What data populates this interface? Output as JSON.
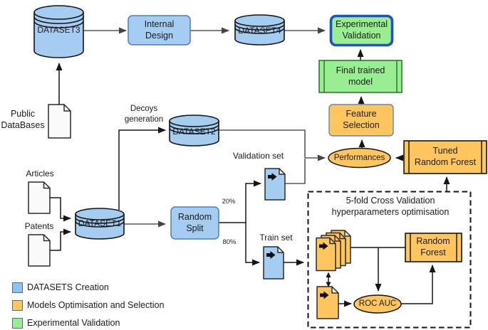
{
  "colors": {
    "blue": "#A5CDF2",
    "orange": "#FFC55E",
    "green": "#98EE90",
    "navy": "#1E50C8",
    "legend_blue": "#89C4F2"
  },
  "nodes": {
    "dataset3": "DATASET3",
    "internal_design": {
      "l1": "Internal",
      "l2": "Design"
    },
    "dataset4": "DATASET4",
    "experimental_validation": {
      "l1": "Experimental",
      "l2": "Validation"
    },
    "final_trained_model": {
      "l1": "Final trained",
      "l2": "model"
    },
    "feature_selection": {
      "l1": "Feature",
      "l2": "Selection"
    },
    "performances": "Performances",
    "tuned_random_forest": {
      "l1": "Tuned",
      "l2": "Random Forest"
    },
    "public_databases": {
      "l1": "Public",
      "l2": "DataBases"
    },
    "decoys_generation": {
      "l1": "Decoys",
      "l2": "generation"
    },
    "dataset2": "DATASET2",
    "articles": "Articles",
    "patents": "Patents",
    "dataset1": "DATASET1",
    "random_split": {
      "l1": "Random",
      "l2": "Split"
    },
    "pct_20": "20%",
    "pct_80": "80%",
    "validation_set": "Validation set",
    "train_set": "Train set",
    "cv_box_title": {
      "l1": "5-fold Cross Validation",
      "l2": "hyperparameters optimisation"
    },
    "random_forest": {
      "l1": "Random",
      "l2": "Forest"
    },
    "roc_auc": "ROC AUC"
  },
  "legend": {
    "items": [
      {
        "label": "DATASETS Creation",
        "color": "#89C4F2"
      },
      {
        "label": "Models Optimisation and Selection",
        "color": "#FFC55E"
      },
      {
        "label": "Experimental Validation",
        "color": "#98EE90"
      }
    ]
  }
}
